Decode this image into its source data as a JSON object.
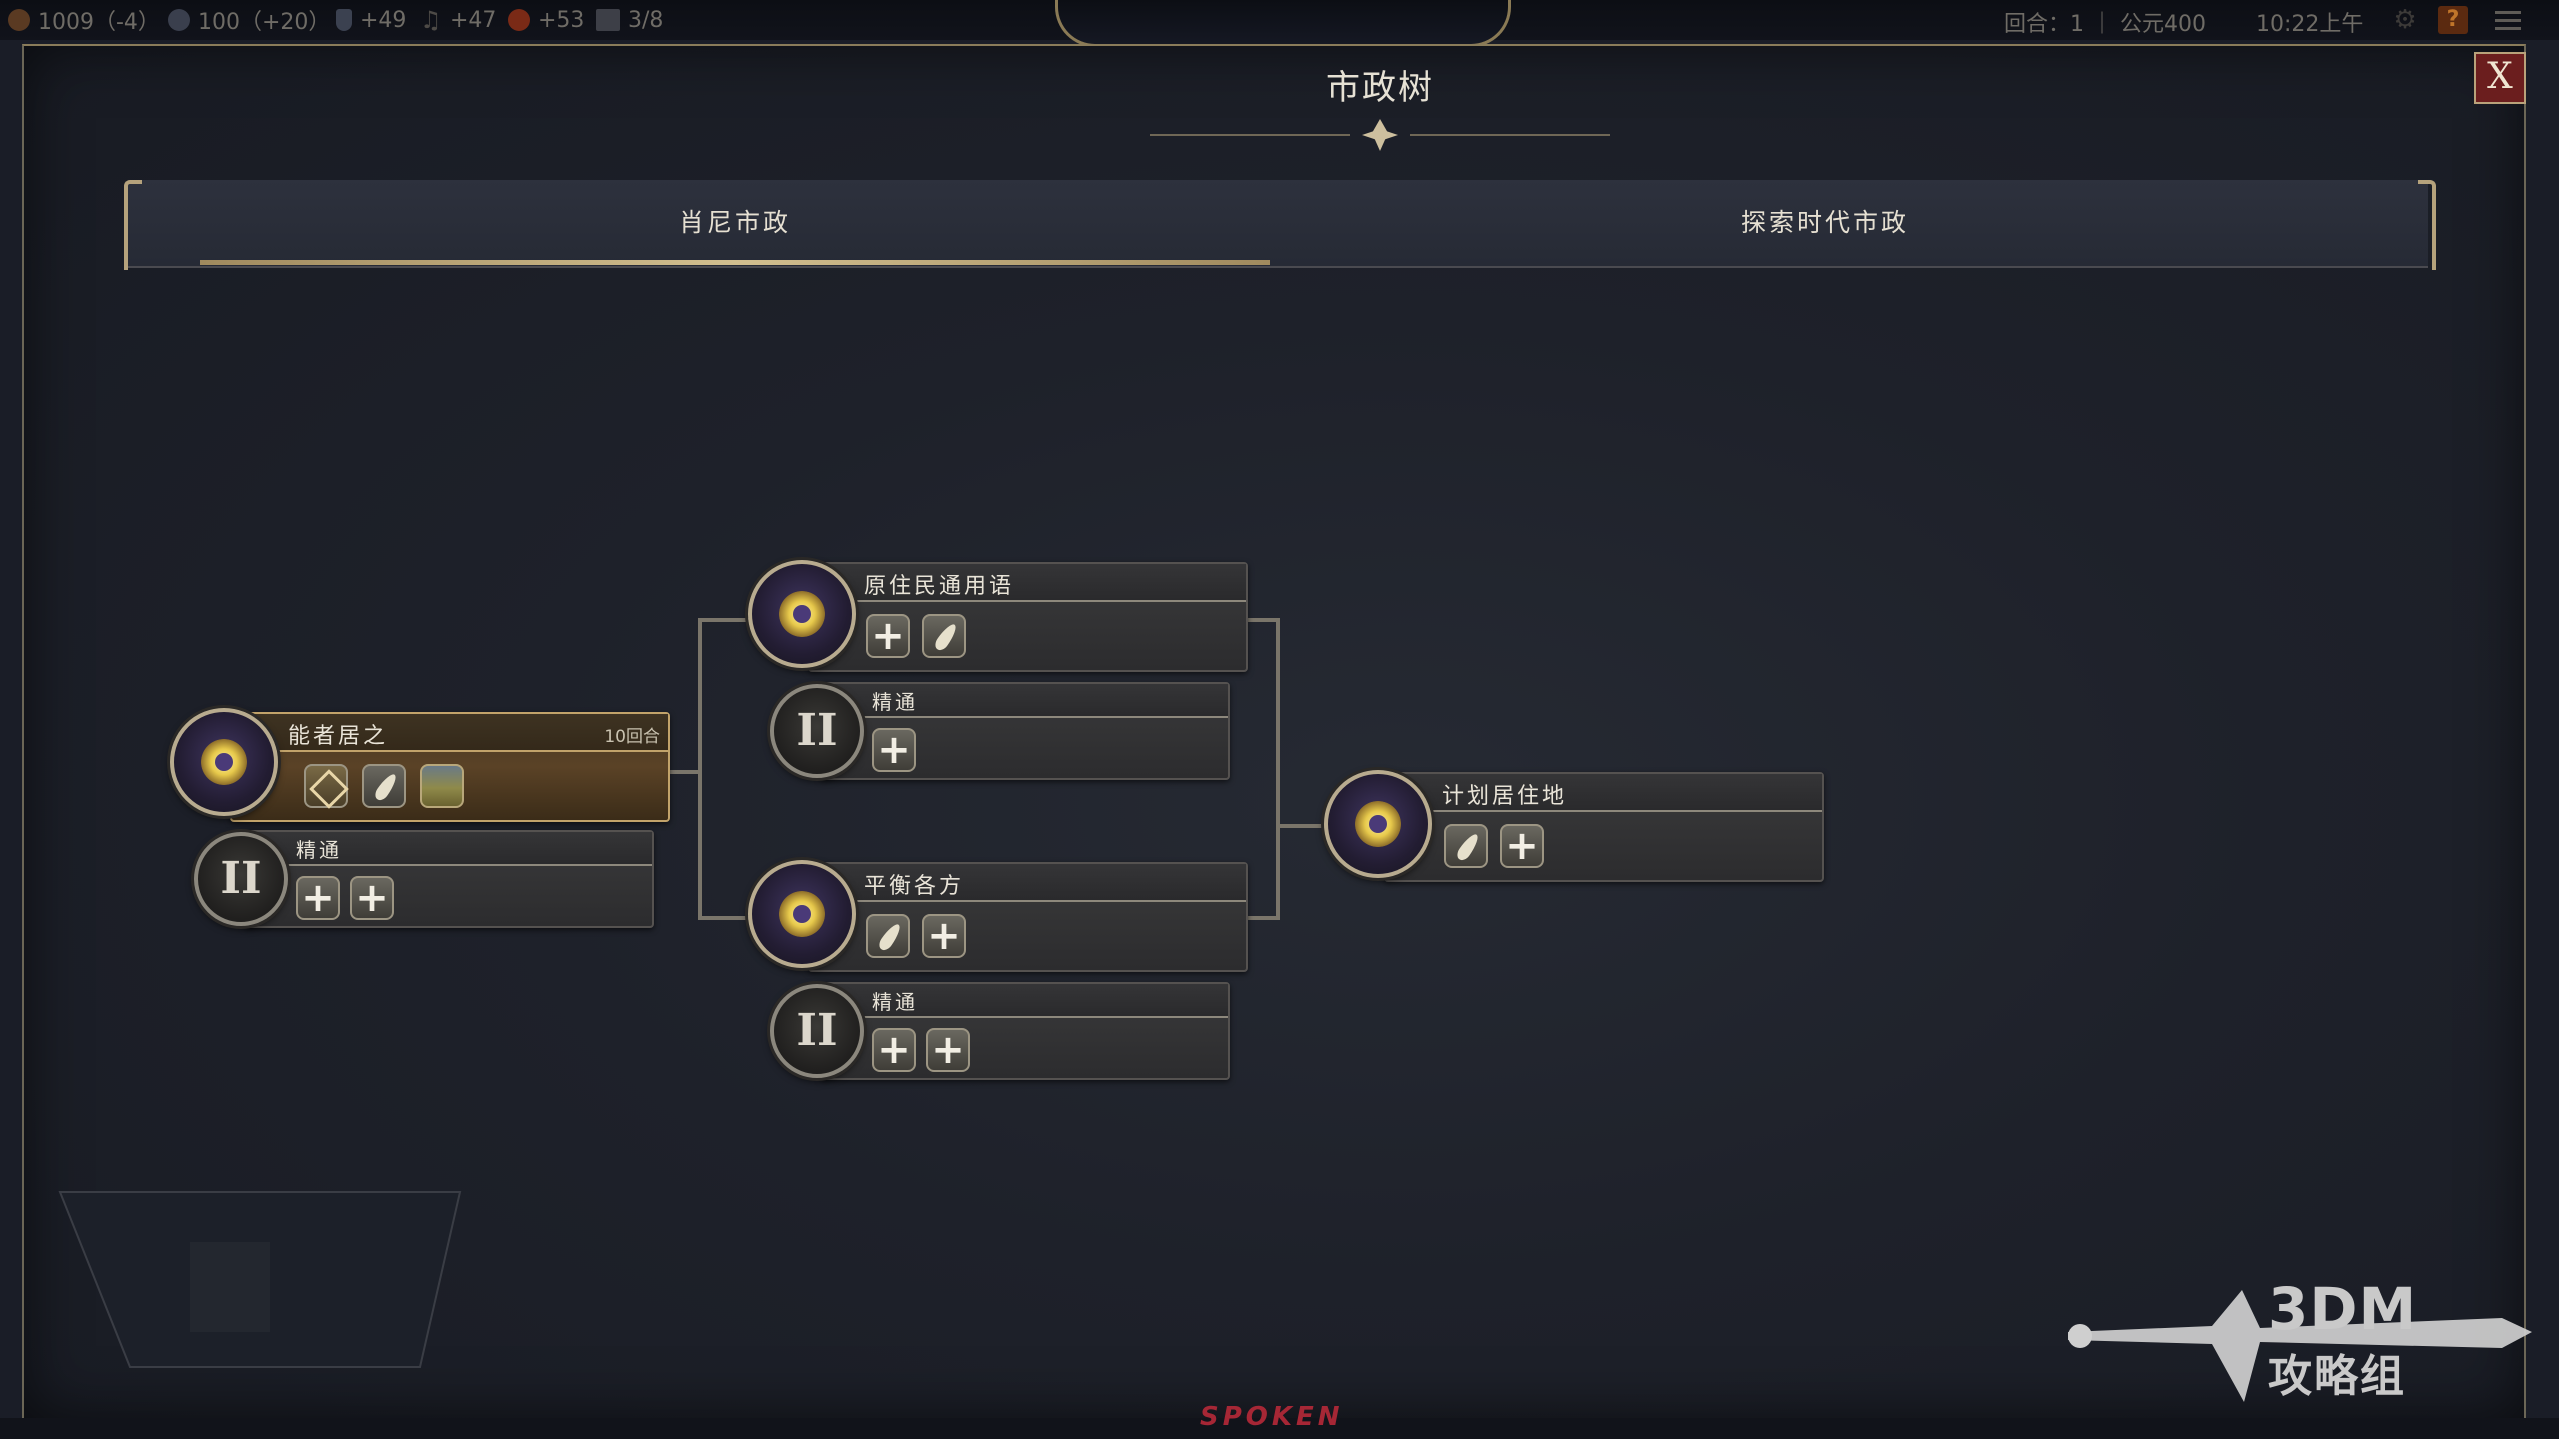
{
  "topbar": {
    "resources": [
      {
        "icon": "food-icon",
        "text": "1009（-4）"
      },
      {
        "icon": "globe-icon",
        "text": "100（+20）"
      },
      {
        "icon": "flask-icon",
        "text": "+49"
      },
      {
        "icon": "music-icon",
        "text": "+47"
      },
      {
        "icon": "coin-icon",
        "text": "+53"
      },
      {
        "icon": "city-icon",
        "text": "3/8"
      }
    ],
    "turn_text": "回合：1 ｜ 公元400",
    "clock": "10:22上午",
    "help_label": "?"
  },
  "panel": {
    "title": "市政树",
    "close_label": "X"
  },
  "tabs": [
    {
      "label": "肖尼市政",
      "active": true
    },
    {
      "label": "探索时代市政",
      "active": false
    }
  ],
  "nodes": {
    "able_dwell": {
      "name": "能者居之",
      "turns": "10回合",
      "status": "active"
    },
    "able_dwell_mastery": {
      "name": "精通",
      "roman": "II"
    },
    "lingua_franca": {
      "name": "原住民通用语"
    },
    "lingua_franca_mastery": {
      "name": "精通",
      "roman": "II"
    },
    "balance": {
      "name": "平衡各方"
    },
    "balance_mastery": {
      "name": "精通",
      "roman": "II"
    },
    "planned_settlement": {
      "name": "计划居住地"
    }
  },
  "watermark": {
    "line1": "3DM",
    "line2": "攻略组"
  },
  "bottom_text": "SPOKEN",
  "colors": {
    "accent_gold": "#b5a27c",
    "active_node": "#5a4226",
    "close_bg": "#6b1e1e"
  }
}
